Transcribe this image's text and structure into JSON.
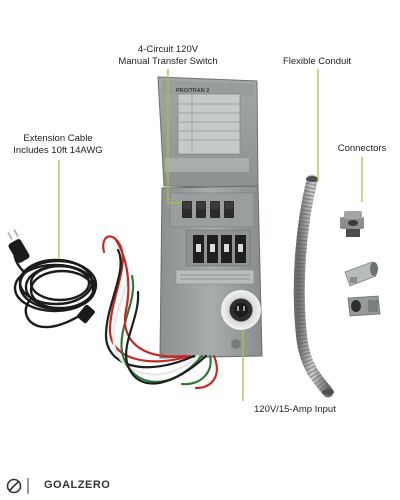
{
  "callouts": {
    "switch_line1": "4-Circuit 120V",
    "switch_line2": "Manual Transfer Switch",
    "conduit": "Flexible Conduit",
    "cable_line1": "Extension Cable",
    "cable_line2": "Includes 10ft 14AWG",
    "connectors": "Connectors",
    "input": "120V/15-Amp Input"
  },
  "brand": {
    "name": "GOALZERO",
    "panel_badge": "PRO/TRAN 2"
  },
  "colors": {
    "callout_line": "#9dc83a",
    "panel_gray": "#9ea1a1",
    "text": "#222222"
  }
}
